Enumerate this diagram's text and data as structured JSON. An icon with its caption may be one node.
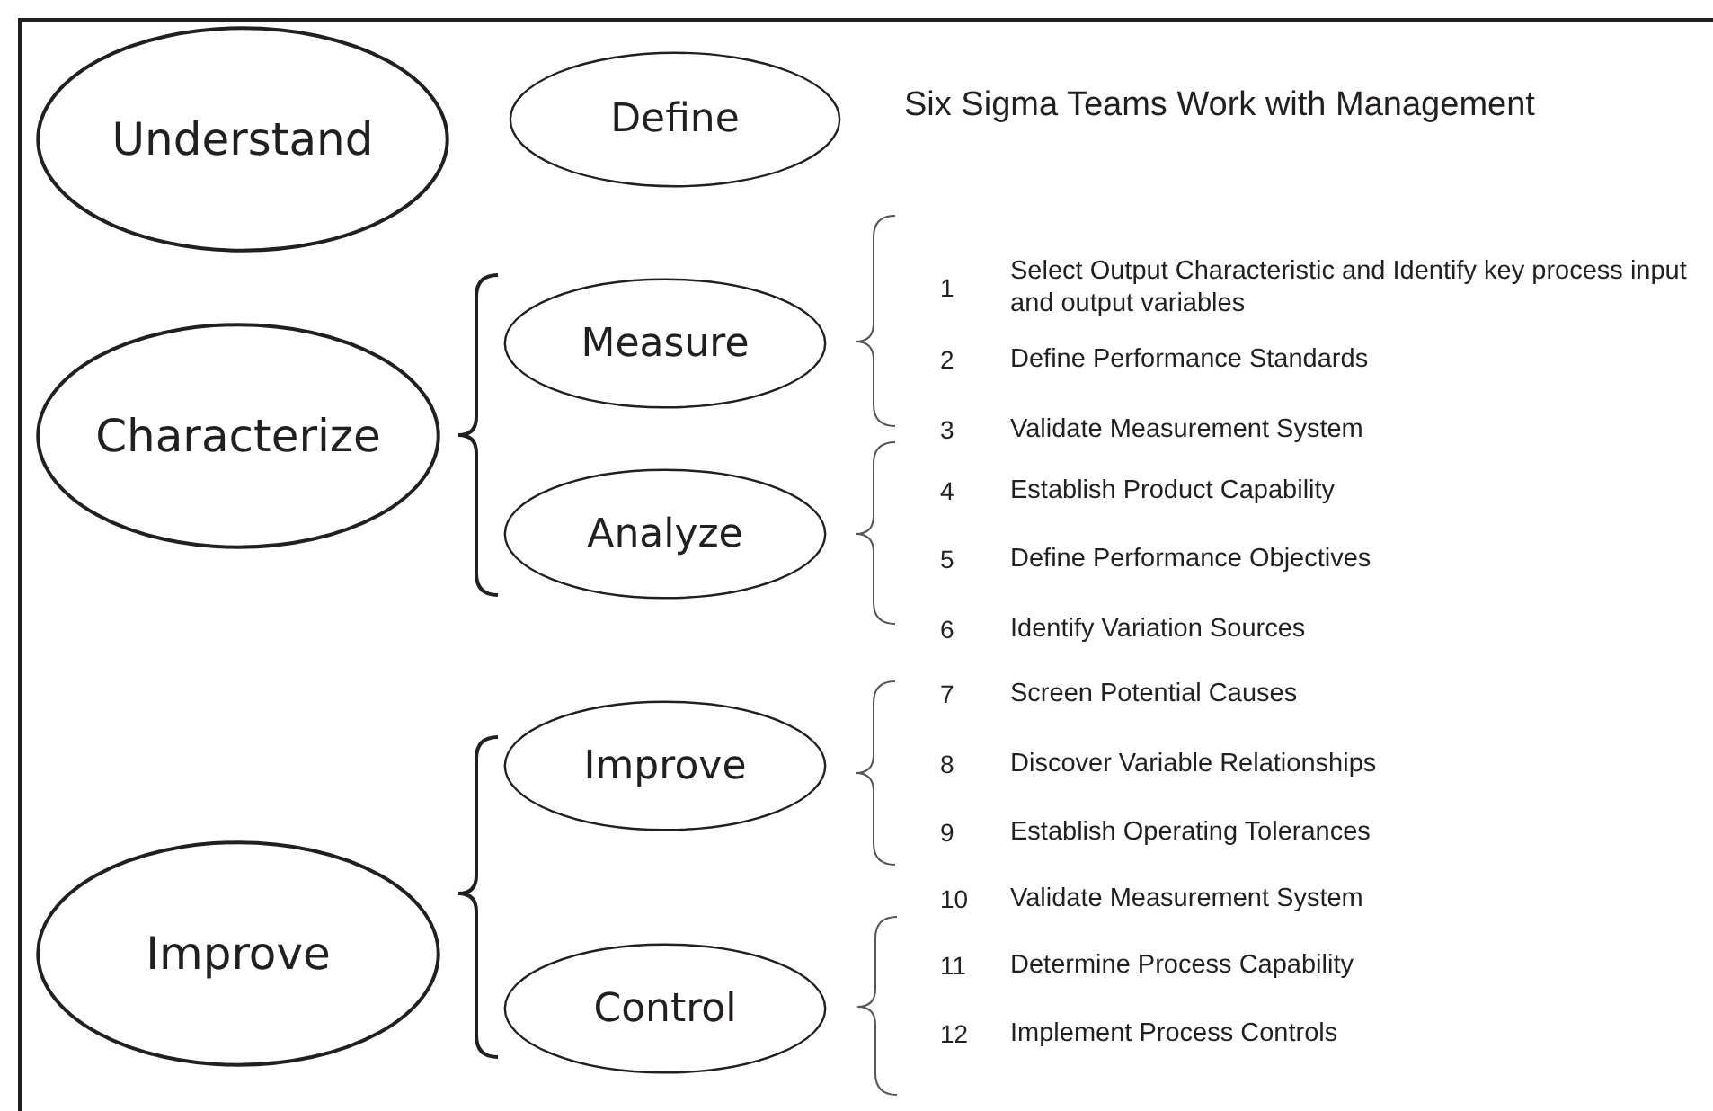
{
  "diagram": {
    "title": "Six Sigma Teams Work with Management",
    "nodes": [
      {
        "text": [
          "Understand"
        ]
      },
      {
        "text": [
          "Define"
        ]
      },
      {
        "text": [
          "Characterize"
        ]
      },
      {
        "text": [
          "Measure"
        ]
      },
      {
        "text": [
          "Analyze"
        ]
      },
      {
        "text": [
          "Improve"
        ]
      },
      {
        "text": [
          "Improve"
        ]
      },
      {
        "text": [
          "Control"
        ]
      }
    ],
    "labels": [
      "1",
      "Select Output Characteristic and Identify key process input and output variables",
      "2",
      "Define Performance Standards",
      "3",
      "Validate Measurement System",
      "4",
      "Establish Product Capability",
      "5",
      "Define Performance Objectives",
      "6",
      "Identify Variation Sources",
      "7",
      "Screen Potential Causes",
      "8",
      "Discover Variable Relationships",
      "9",
      "Establish Operating Tolerances",
      "10",
      "Validate Measurement System",
      "11",
      "Determine Process Capability",
      "12",
      "Implement Process Controls"
    ]
  }
}
